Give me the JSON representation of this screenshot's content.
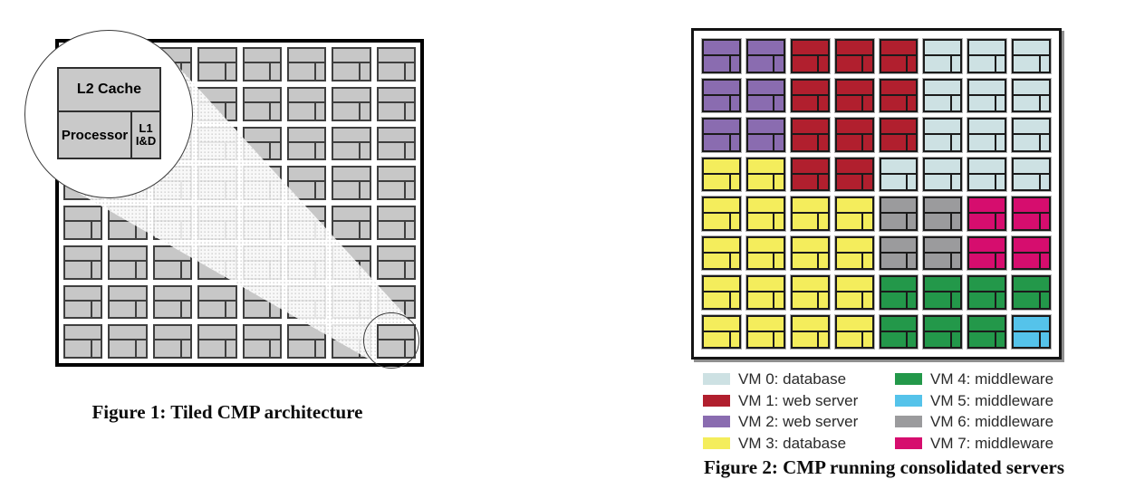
{
  "figure1": {
    "caption": "Figure 1: Tiled CMP architecture",
    "grid": {
      "rows": 8,
      "cols": 8
    },
    "tile_fill": "#c7c7c7",
    "tile_line": "#3f3f3f",
    "lens_tile": {
      "l2_label": "L2 Cache",
      "processor_label": "Processor",
      "l1_line1": "L1",
      "l1_line2": "I&D"
    }
  },
  "figure2": {
    "caption": "Figure 2: CMP running consolidated servers",
    "grid": {
      "rows": 8,
      "cols": 8
    },
    "vm_colors": {
      "vm0": "#cde1e3",
      "vm1": "#b11f2e",
      "vm2": "#8a6cb0",
      "vm3": "#f4ed5c",
      "vm4": "#23984a",
      "vm5": "#55c3ea",
      "vm6": "#9b9b9d",
      "vm7": "#d60d6e"
    },
    "tile_map": [
      [
        "vm2",
        "vm2",
        "vm1",
        "vm1",
        "vm1",
        "vm0",
        "vm0",
        "vm0"
      ],
      [
        "vm2",
        "vm2",
        "vm1",
        "vm1",
        "vm1",
        "vm0",
        "vm0",
        "vm0"
      ],
      [
        "vm2",
        "vm2",
        "vm1",
        "vm1",
        "vm1",
        "vm0",
        "vm0",
        "vm0"
      ],
      [
        "vm3",
        "vm3",
        "vm1",
        "vm1",
        "vm0",
        "vm0",
        "vm0",
        "vm0"
      ],
      [
        "vm3",
        "vm3",
        "vm3",
        "vm3",
        "vm6",
        "vm6",
        "vm7",
        "vm7"
      ],
      [
        "vm3",
        "vm3",
        "vm3",
        "vm3",
        "vm6",
        "vm6",
        "vm7",
        "vm7"
      ],
      [
        "vm3",
        "vm3",
        "vm3",
        "vm3",
        "vm4",
        "vm4",
        "vm4",
        "vm4"
      ],
      [
        "vm3",
        "vm3",
        "vm3",
        "vm3",
        "vm4",
        "vm4",
        "vm4",
        "vm5"
      ]
    ],
    "legend_columns": [
      [
        {
          "id": "vm0",
          "label": "VM 0: database"
        },
        {
          "id": "vm1",
          "label": "VM 1: web server"
        },
        {
          "id": "vm2",
          "label": "VM 2: web server"
        },
        {
          "id": "vm3",
          "label": "VM 3: database"
        }
      ],
      [
        {
          "id": "vm4",
          "label": "VM 4: middleware"
        },
        {
          "id": "vm5",
          "label": "VM 5: middleware"
        },
        {
          "id": "vm6",
          "label": "VM 6: middleware"
        },
        {
          "id": "vm7",
          "label": "VM 7: middleware"
        }
      ]
    ]
  }
}
